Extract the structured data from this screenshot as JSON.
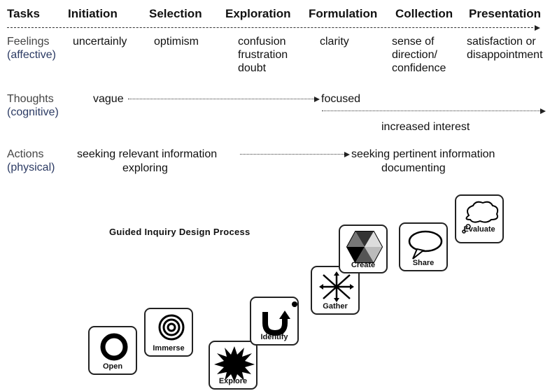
{
  "header": {
    "tasks": "Tasks",
    "stages": [
      "Initiation",
      "Selection",
      "Exploration",
      "Formulation",
      "Collection",
      "Presentation"
    ]
  },
  "feelings": {
    "label": "Feelings",
    "sublabel": "(affective)",
    "initiation": "uncertainly",
    "selection": "optimism",
    "exploration": [
      "confusion",
      "frustration",
      "doubt"
    ],
    "formulation": "clarity",
    "collection": [
      "sense of",
      "direction/",
      "confidence"
    ],
    "presentation": [
      "satisfaction or",
      "disappointment"
    ]
  },
  "thoughts": {
    "label": "Thoughts",
    "sublabel": "(cognitive)",
    "start": "vague",
    "end": "focused",
    "second": "increased interest"
  },
  "actions": {
    "label": "Actions",
    "sublabel": "(physical)",
    "start": "seeking relevant information",
    "start_sub": "exploring",
    "end": "seeking pertinent information",
    "end_sub": "documenting"
  },
  "gid": {
    "title": "Guided Inquiry Design Process",
    "steps": [
      "Open",
      "Immerse",
      "Explore",
      "Identify",
      "Gather",
      "Create",
      "Share",
      "Evaluate"
    ]
  }
}
